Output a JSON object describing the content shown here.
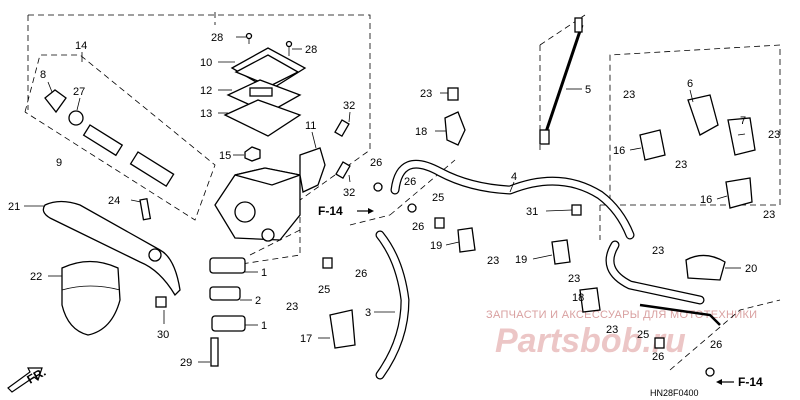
{
  "diagram": {
    "code": "HN28F0400",
    "direction_label": "FR.",
    "references": [
      "F-14",
      "F-14"
    ],
    "watermark": {
      "text_line": "ЗАПЧАСТИ И АКСЕССУАРЫ ДЛЯ МОТОТЕХНИКИ",
      "brand": "Partsbob.ru"
    },
    "callouts": [
      "28",
      "28",
      "14",
      "10",
      "12",
      "13",
      "8",
      "27",
      "9",
      "15",
      "11",
      "32",
      "32",
      "21",
      "24",
      "22",
      "1",
      "2",
      "1",
      "29",
      "30",
      "23",
      "18",
      "5",
      "26",
      "4",
      "25",
      "26",
      "31",
      "26",
      "25",
      "26",
      "19",
      "23",
      "3",
      "17",
      "23",
      "6",
      "23",
      "7",
      "16",
      "23",
      "23",
      "16",
      "23",
      "19",
      "23",
      "20",
      "23",
      "25",
      "18",
      "23",
      "26",
      "26"
    ]
  }
}
